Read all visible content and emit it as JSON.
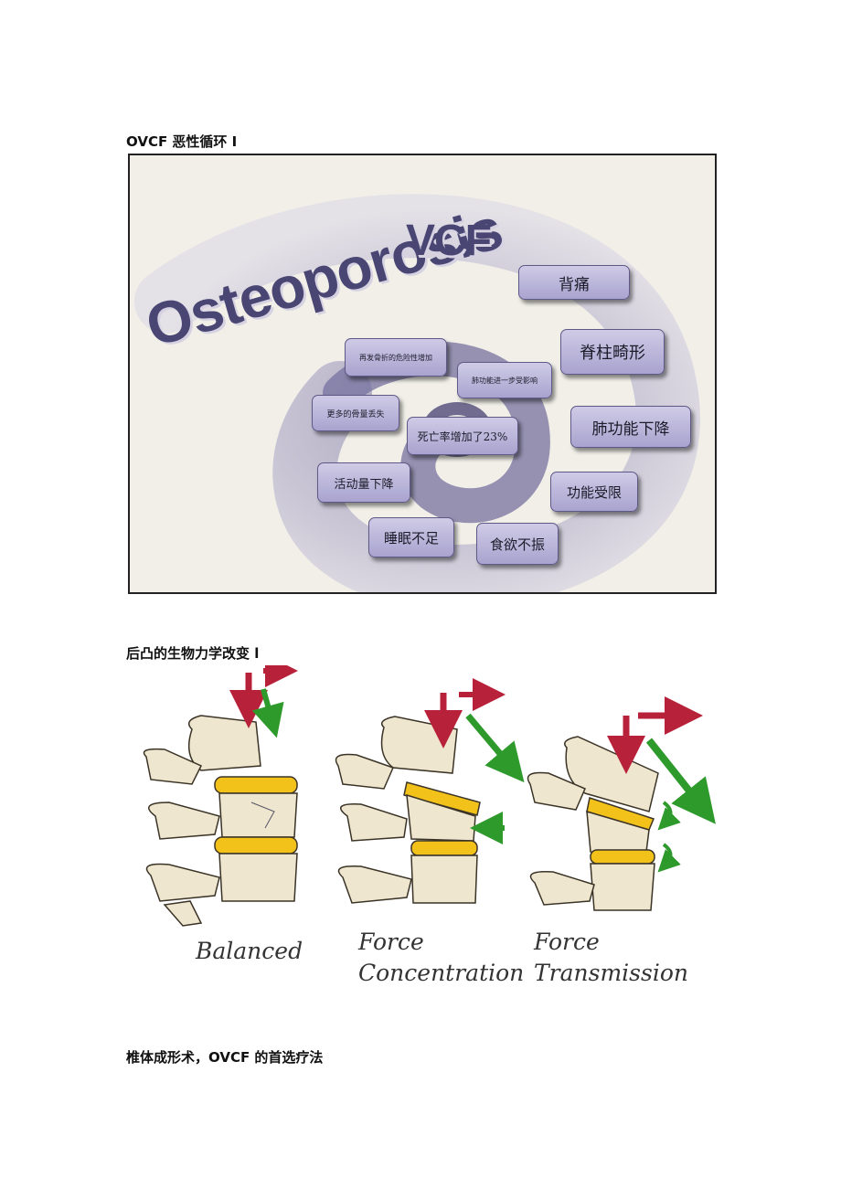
{
  "headings": {
    "h1": "OVCF 恶性循环 I",
    "h2": "后凸的生物力学改变 l",
    "h3": "椎体成形术，OVCF 的首选疗法"
  },
  "figure1": {
    "title_main": "Osteoporosis",
    "title_sub": "VCF",
    "boxes": {
      "back_pain": "背痛",
      "spine_deformity": "脊柱畸形",
      "lung_function": "肺功能下降",
      "function_limit": "功能受限",
      "appetite": "食欲不振",
      "sleep": "睡眠不足",
      "activity": "活动量下降",
      "bone_loss": "更多的骨量丢失",
      "fracture_risk": "再发骨折的危险性增加",
      "further_deformity": "肺功能进一步受影响",
      "mortality": "死亡率增加了23%"
    },
    "colors": {
      "ink": "#4a4674",
      "box": "#b9b4da",
      "spiral": "#7e78a8"
    }
  },
  "figure2": {
    "captions": {
      "balanced": "Balanced",
      "concentration_1": "Force",
      "concentration_2": "Concentration",
      "transmission_1": "Force",
      "transmission_2": "Transmission"
    },
    "colors": {
      "bone": "#efe6cf",
      "disc": "#f2c21a",
      "red_arrow": "#b8213a",
      "green_arrow": "#2f9a2c"
    }
  }
}
